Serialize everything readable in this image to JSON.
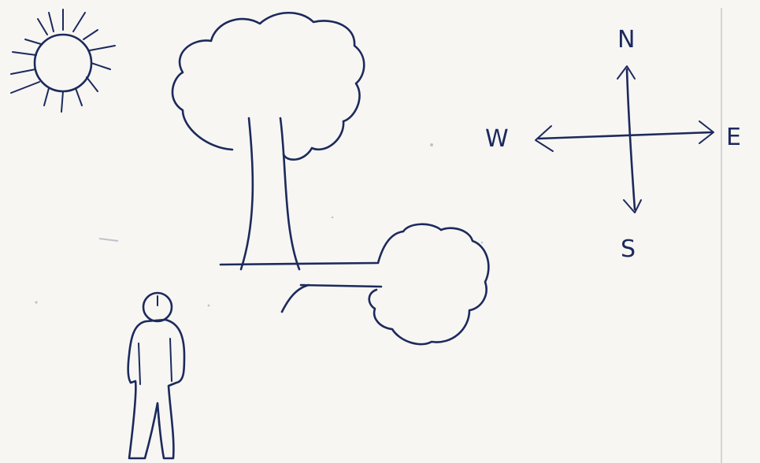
{
  "compass": {
    "north": "N",
    "south": "S",
    "east": "E",
    "west": "W"
  },
  "colors": {
    "ink": "#1c2a5c",
    "paper": "#f7f6f3"
  },
  "icons": {
    "sun": "sun-icon",
    "tree": "tree-icon",
    "fallen-tree": "fallen-tree-icon",
    "person": "person-icon",
    "compass": "compass-icon"
  }
}
